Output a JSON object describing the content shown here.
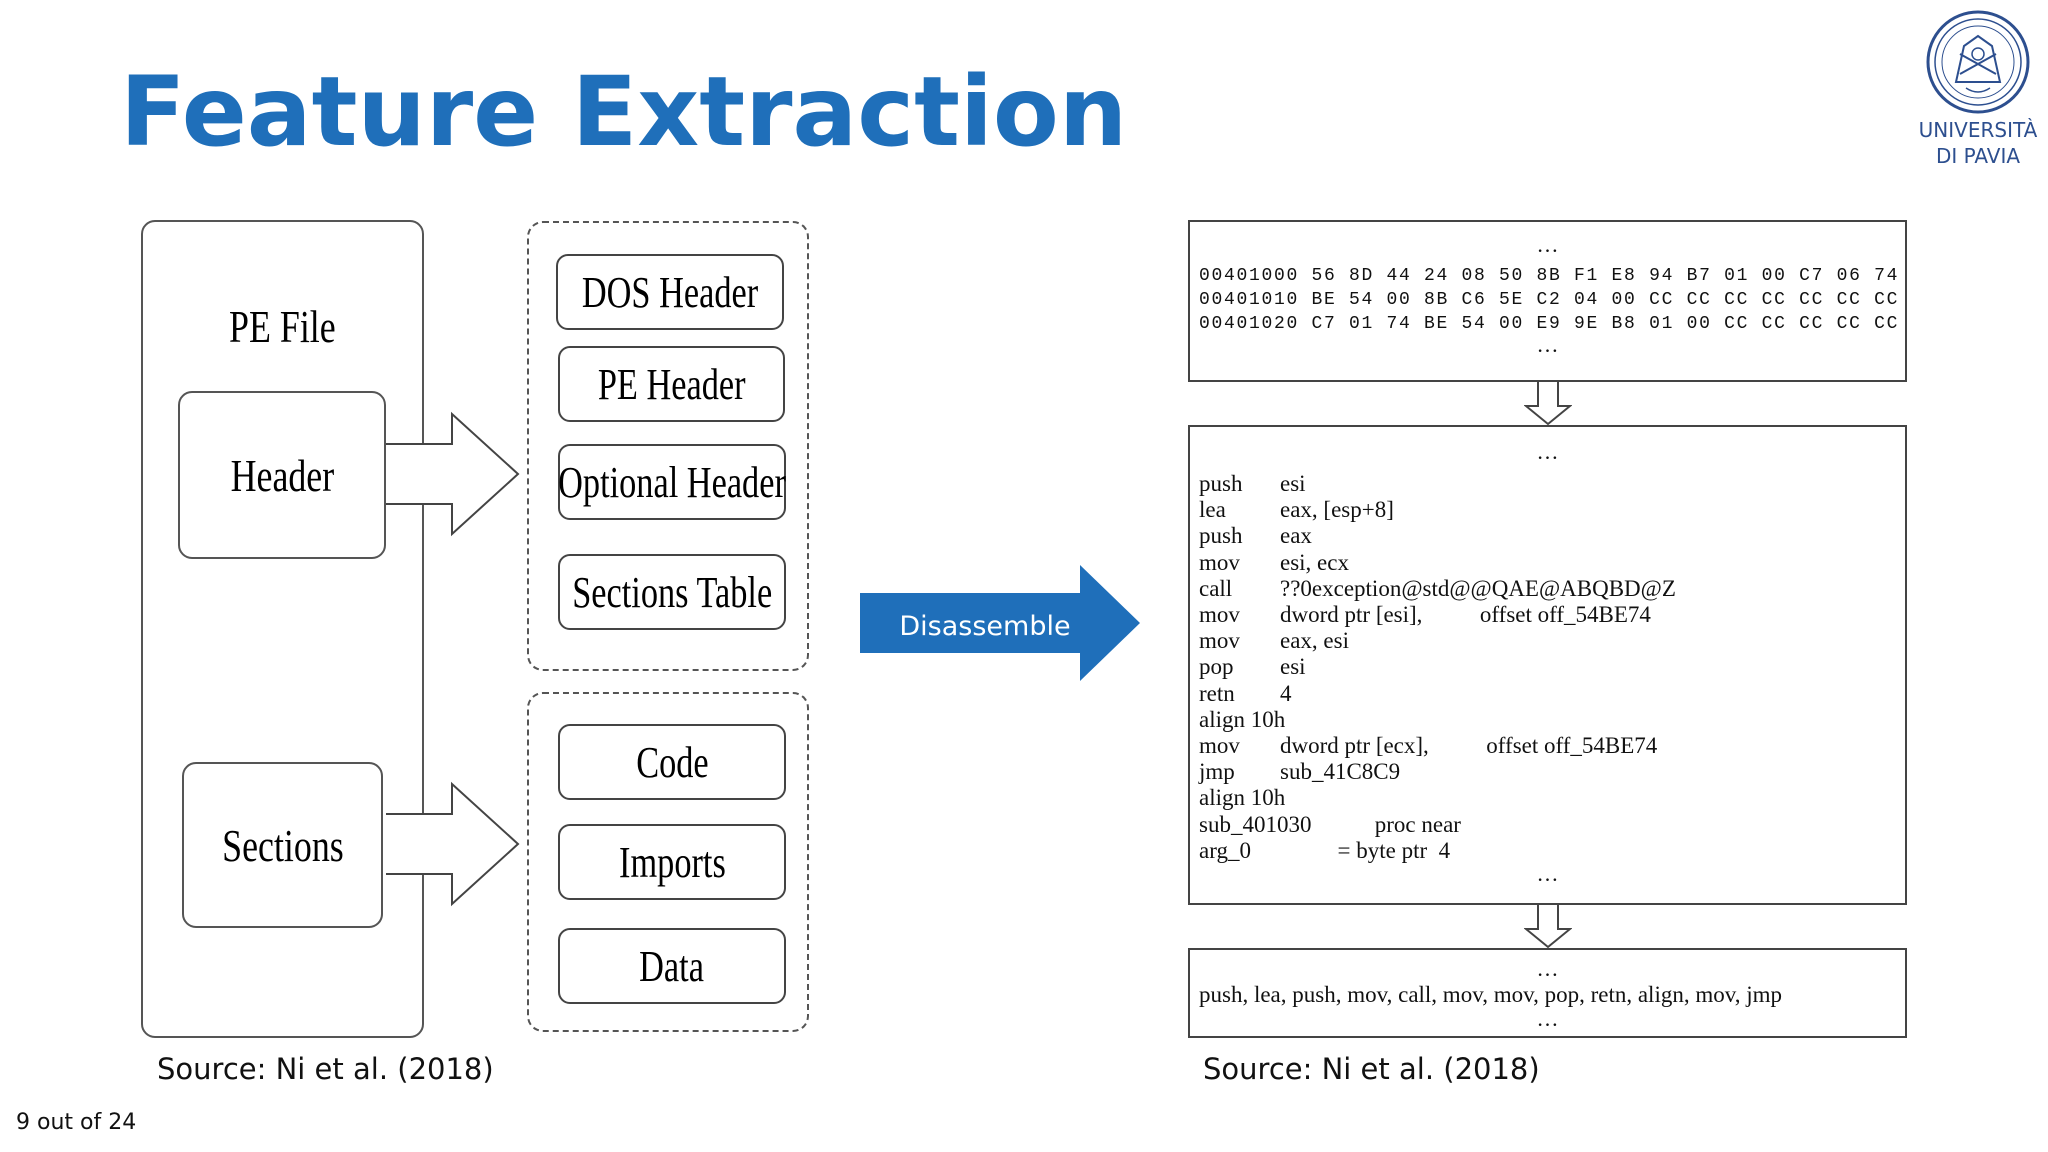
{
  "slide": {
    "title": "Feature Extraction",
    "page_number": "9 out of 24",
    "accent_color": "#1f6fba"
  },
  "logo": {
    "icon": "university-seal-icon",
    "line1": "UNIVERSITÀ",
    "line2": "DI PAVIA"
  },
  "left_figure": {
    "pe_file_label": "PE File",
    "header_label": "Header",
    "sections_label": "Sections",
    "header_items": [
      "DOS Header",
      "PE Header",
      "Optional Header",
      "Sections Table"
    ],
    "section_items": [
      "Code",
      "Imports",
      "Data"
    ],
    "source": "Source: Ni et al. (2018)"
  },
  "middle_arrow": {
    "label": "Disassemble",
    "color": "#1f6fba"
  },
  "right_figure": {
    "ellipsis": "…",
    "hex_rows": [
      "00401000 56 8D 44 24 08 50 8B F1 E8 94 B7 01 00 C7 06 74",
      "00401010 BE 54 00 8B C6 5E C2 04 00 CC CC CC CC CC CC CC",
      "00401020 C7 01 74 BE 54 00 E9 9E B8 01 00 CC CC CC CC CC"
    ],
    "asm_lines": [
      {
        "op": "push",
        "args": "esi"
      },
      {
        "op": "lea",
        "args": "eax, [esp+8]"
      },
      {
        "op": "push",
        "args": "eax"
      },
      {
        "op": "mov",
        "args": "esi, ecx"
      },
      {
        "op": "call",
        "args": "??0exception@std@@QAE@ABQBD@Z"
      },
      {
        "op": "mov",
        "args": "dword ptr [esi],          offset off_54BE74"
      },
      {
        "op": "mov",
        "args": "eax, esi"
      },
      {
        "op": "pop",
        "args": "esi"
      },
      {
        "op": "retn",
        "args": "4"
      },
      {
        "op": "align 10h",
        "args": ""
      },
      {
        "op": "mov",
        "args": "dword ptr [ecx],          offset off_54BE74"
      },
      {
        "op": "jmp",
        "args": "sub_41C8C9"
      },
      {
        "op": "align 10h",
        "args": ""
      },
      {
        "op": "sub_401030",
        "args": "     proc near"
      },
      {
        "op": "arg_0",
        "args": "          = byte ptr  4"
      }
    ],
    "opcode_sequence": "push, lea, push, mov, call, mov, mov, pop, retn, align, mov, jmp",
    "source": "Source: Ni et al. (2018)"
  }
}
